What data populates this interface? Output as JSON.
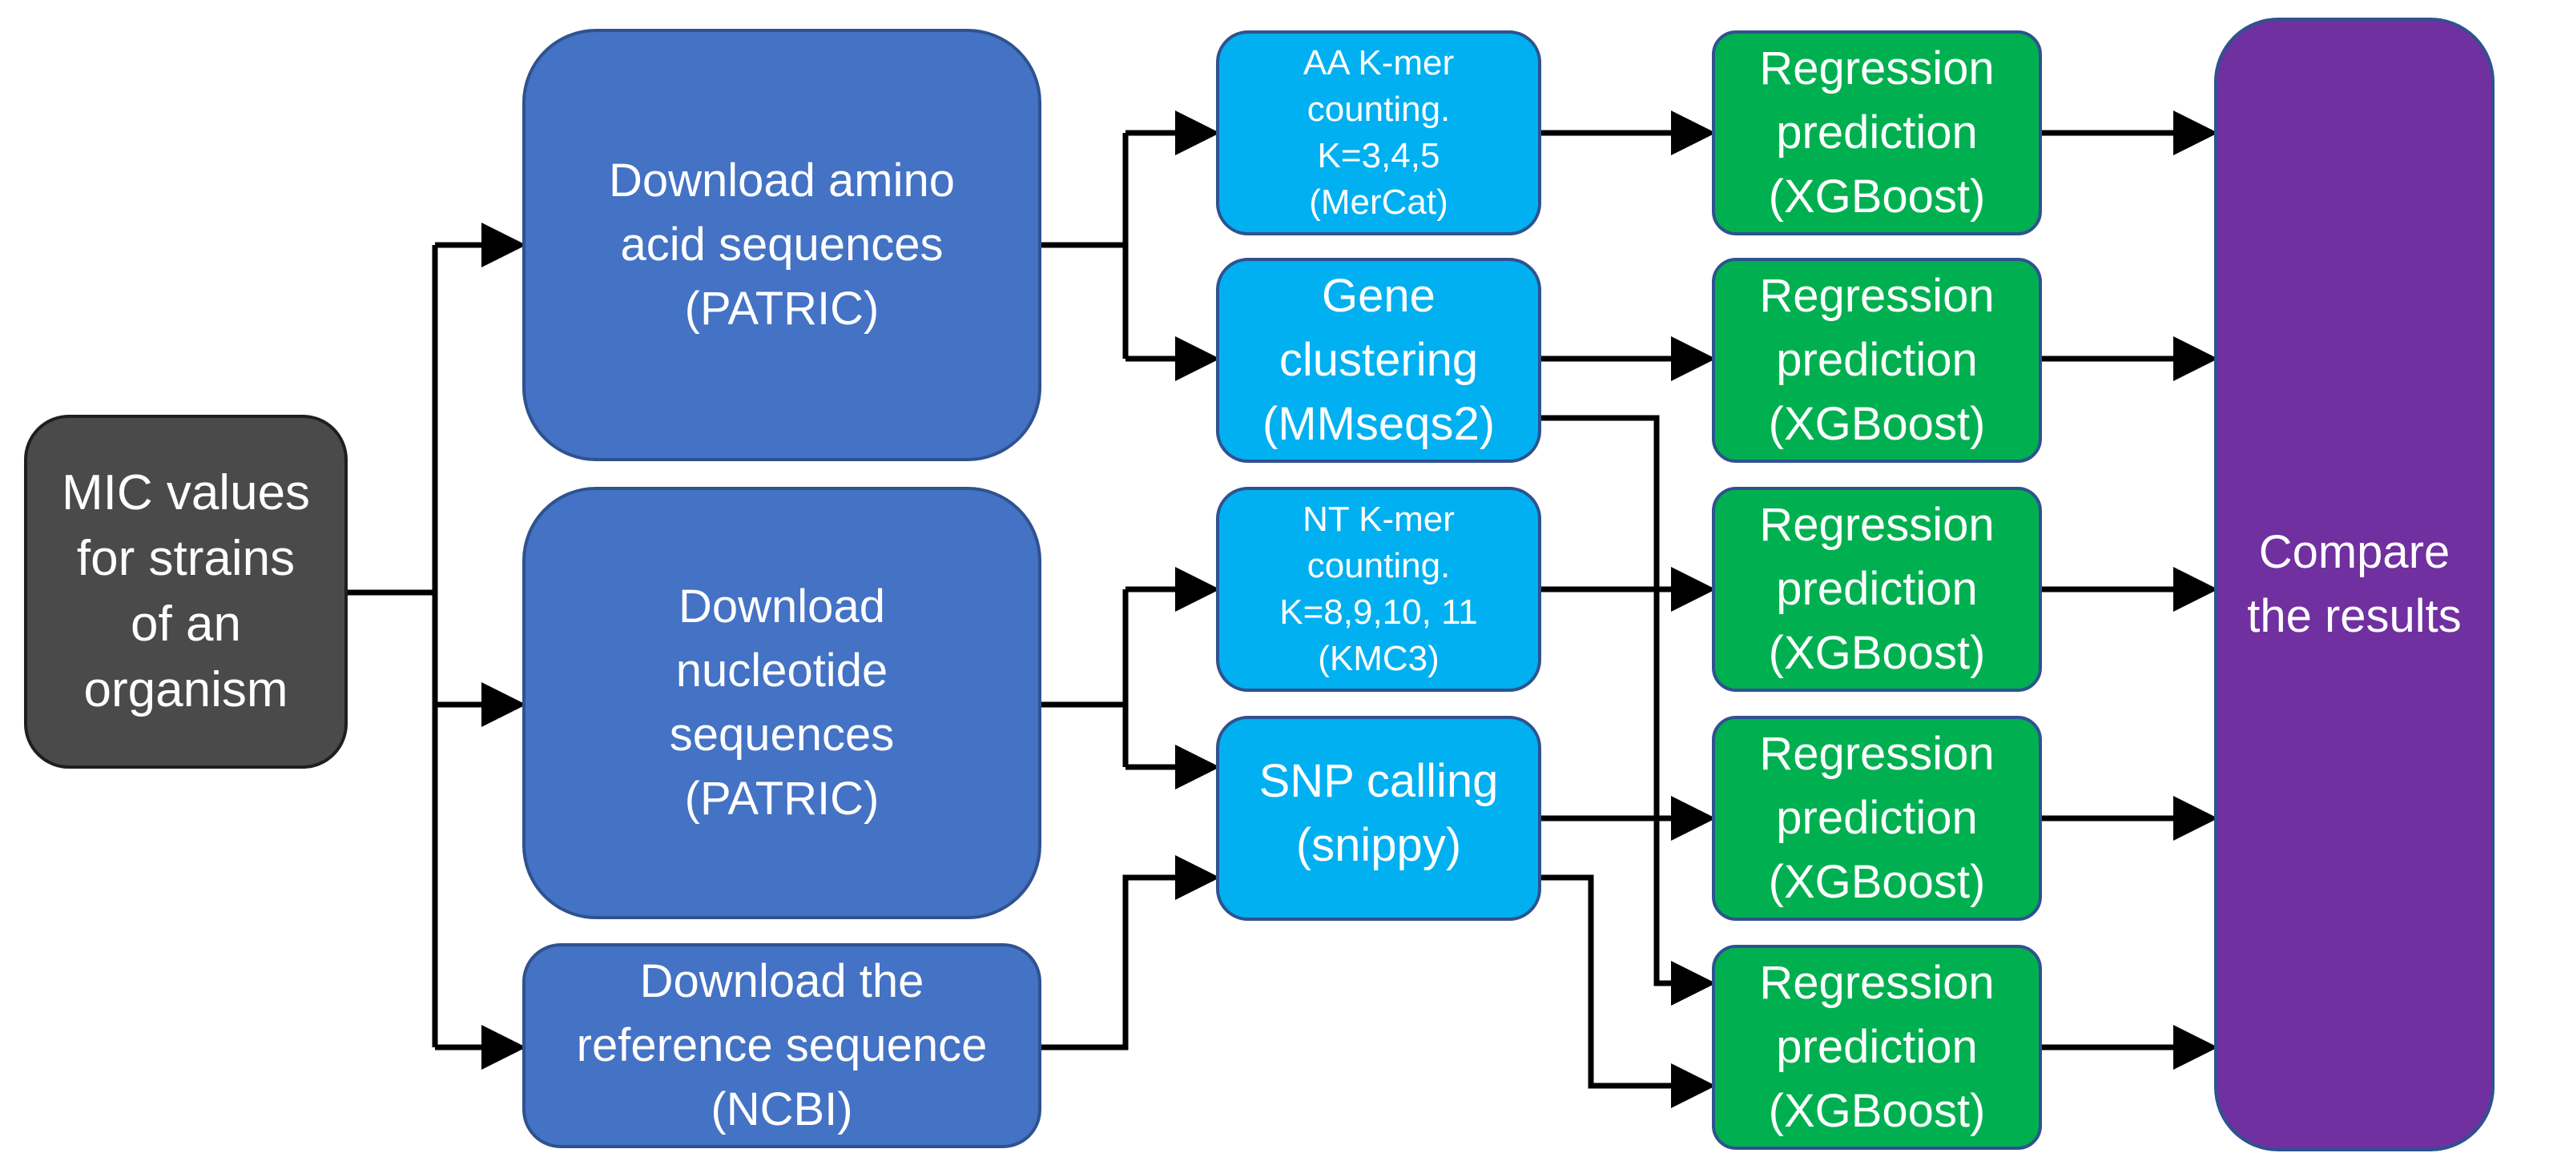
{
  "nodes": {
    "mic": [
      "MIC values",
      "for strains",
      "of an",
      "organism"
    ],
    "dl_aa": [
      "Download amino",
      "acid sequences",
      "(PATRIC)"
    ],
    "dl_nt": [
      "Download",
      "nucleotide",
      "sequences",
      "(PATRIC)"
    ],
    "dl_ref": [
      "Download the",
      "reference sequence",
      "(NCBI)"
    ],
    "aa_kmer": [
      "AA K-mer",
      "counting.",
      "K=3,4,5",
      "(MerCat)"
    ],
    "gene_clust": [
      "Gene",
      "clustering",
      "(MMseqs2)"
    ],
    "nt_kmer": [
      "NT K-mer",
      "counting.",
      "K=8,9,10, 11",
      "(KMC3)"
    ],
    "snp": [
      "SNP calling",
      "(snippy)"
    ],
    "reg1": [
      "Regression",
      "prediction",
      "(XGBoost)"
    ],
    "reg2": [
      "Regression",
      "prediction",
      "(XGBoost)"
    ],
    "reg3": [
      "Regression",
      "prediction",
      "(XGBoost)"
    ],
    "reg4": [
      "Regression",
      "prediction",
      "(XGBoost)"
    ],
    "reg5": [
      "Regression",
      "prediction",
      "(XGBoost)"
    ],
    "compare": [
      "Compare",
      "the results"
    ]
  },
  "colors": {
    "input": "#4a4a4a",
    "download": "#4472c4",
    "processing": "#00b0f0",
    "regression": "#00b050",
    "compare": "#7030a0",
    "connector": "#000000"
  }
}
